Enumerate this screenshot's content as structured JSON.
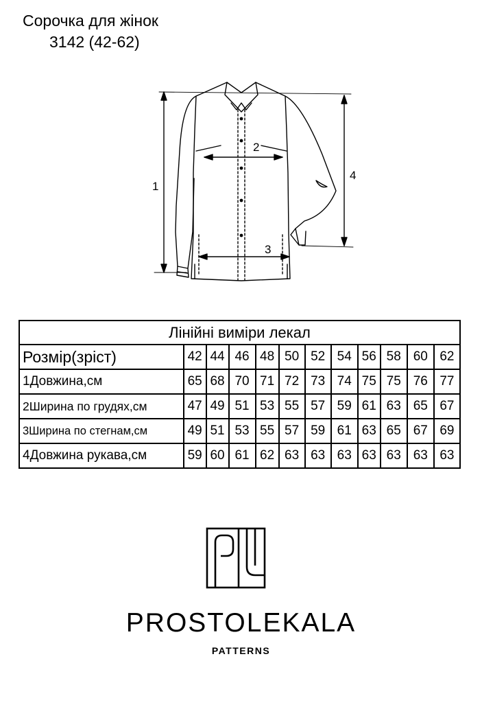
{
  "header": {
    "title": "Сорочка для жінок",
    "code": "3142 (42-62)"
  },
  "drawing": {
    "marker_1": "1",
    "marker_2": "2",
    "marker_3": "3",
    "marker_4": "4"
  },
  "table": {
    "caption": "Лінійні виміри лекал",
    "size_label": "Розмір(зріст)",
    "sizes": [
      "42",
      "44",
      "46",
      "48",
      "50",
      "52",
      "54",
      "56",
      "58",
      "60",
      "62"
    ],
    "rows": [
      {
        "label": "1Довжина,см",
        "values": [
          "65",
          "68",
          "70",
          "71",
          "72",
          "73",
          "74",
          "75",
          "75",
          "76",
          "77"
        ]
      },
      {
        "label": "2Ширина по грудях,см",
        "values": [
          "47",
          "49",
          "51",
          "53",
          "55",
          "57",
          "59",
          "61",
          "63",
          "65",
          "67"
        ]
      },
      {
        "label": "3Ширина по стегнам,см",
        "values": [
          "49",
          "51",
          "53",
          "55",
          "57",
          "59",
          "61",
          "63",
          "65",
          "67",
          "69"
        ]
      },
      {
        "label": "4Довжина рукава,см",
        "values": [
          "59",
          "60",
          "61",
          "62",
          "63",
          "63",
          "63",
          "63",
          "63",
          "63",
          "63"
        ]
      }
    ]
  },
  "brand": {
    "name": "PROSTOLEKALA",
    "subtitle": "PATTERNS"
  }
}
